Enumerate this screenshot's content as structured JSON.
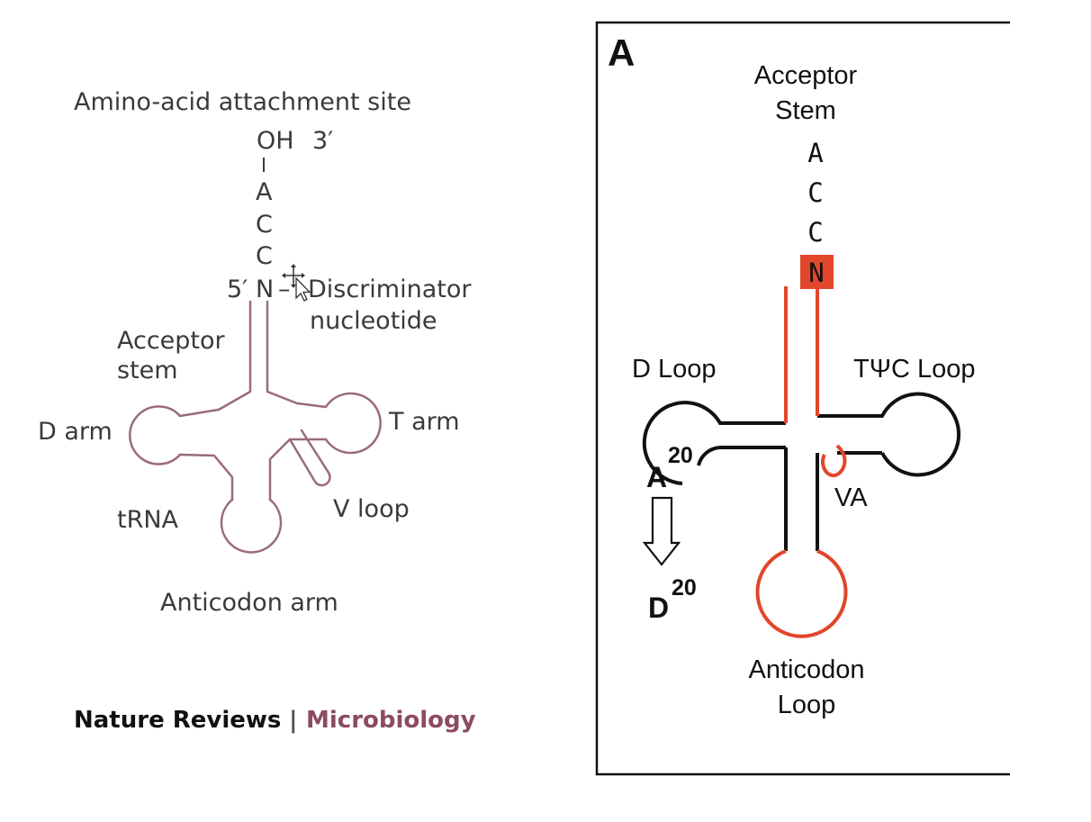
{
  "colors": {
    "left_outline": "#9a6b78",
    "right_outline": "#111111",
    "highlight": "#e2462b",
    "credit_journal": "#111111",
    "credit_section": "#8c4a63"
  },
  "left_panel": {
    "attachment_site": "Amino-acid attachment site",
    "oh": "OH",
    "three_prime": "3′",
    "seq": [
      "A",
      "C",
      "C"
    ],
    "five_prime": "5′",
    "n": "N",
    "dash": "–",
    "discriminator_line1": "Discriminator",
    "discriminator_line2": "nucleotide",
    "acceptor_line1": "Acceptor",
    "acceptor_line2": "stem",
    "d_arm": "D arm",
    "t_arm": "T arm",
    "v_loop": "V loop",
    "trna": "tRNA",
    "anticodon_arm": "Anticodon arm",
    "credit_journal": "Nature Reviews",
    "credit_sep": "|",
    "credit_section": "Microbiology"
  },
  "right_panel": {
    "panel_letter": "A",
    "acceptor_line1": "Acceptor",
    "acceptor_line2": "Stem",
    "seq": [
      "A",
      "C",
      "C"
    ],
    "n": "N",
    "d_loop": "D Loop",
    "tpsic_loop": "TΨC Loop",
    "a_base": "A",
    "a_sup": "20",
    "d_base": "D",
    "d_sup": "20",
    "va": "VA",
    "anticodon_line1": "Anticodon",
    "anticodon_line2": "Loop"
  }
}
